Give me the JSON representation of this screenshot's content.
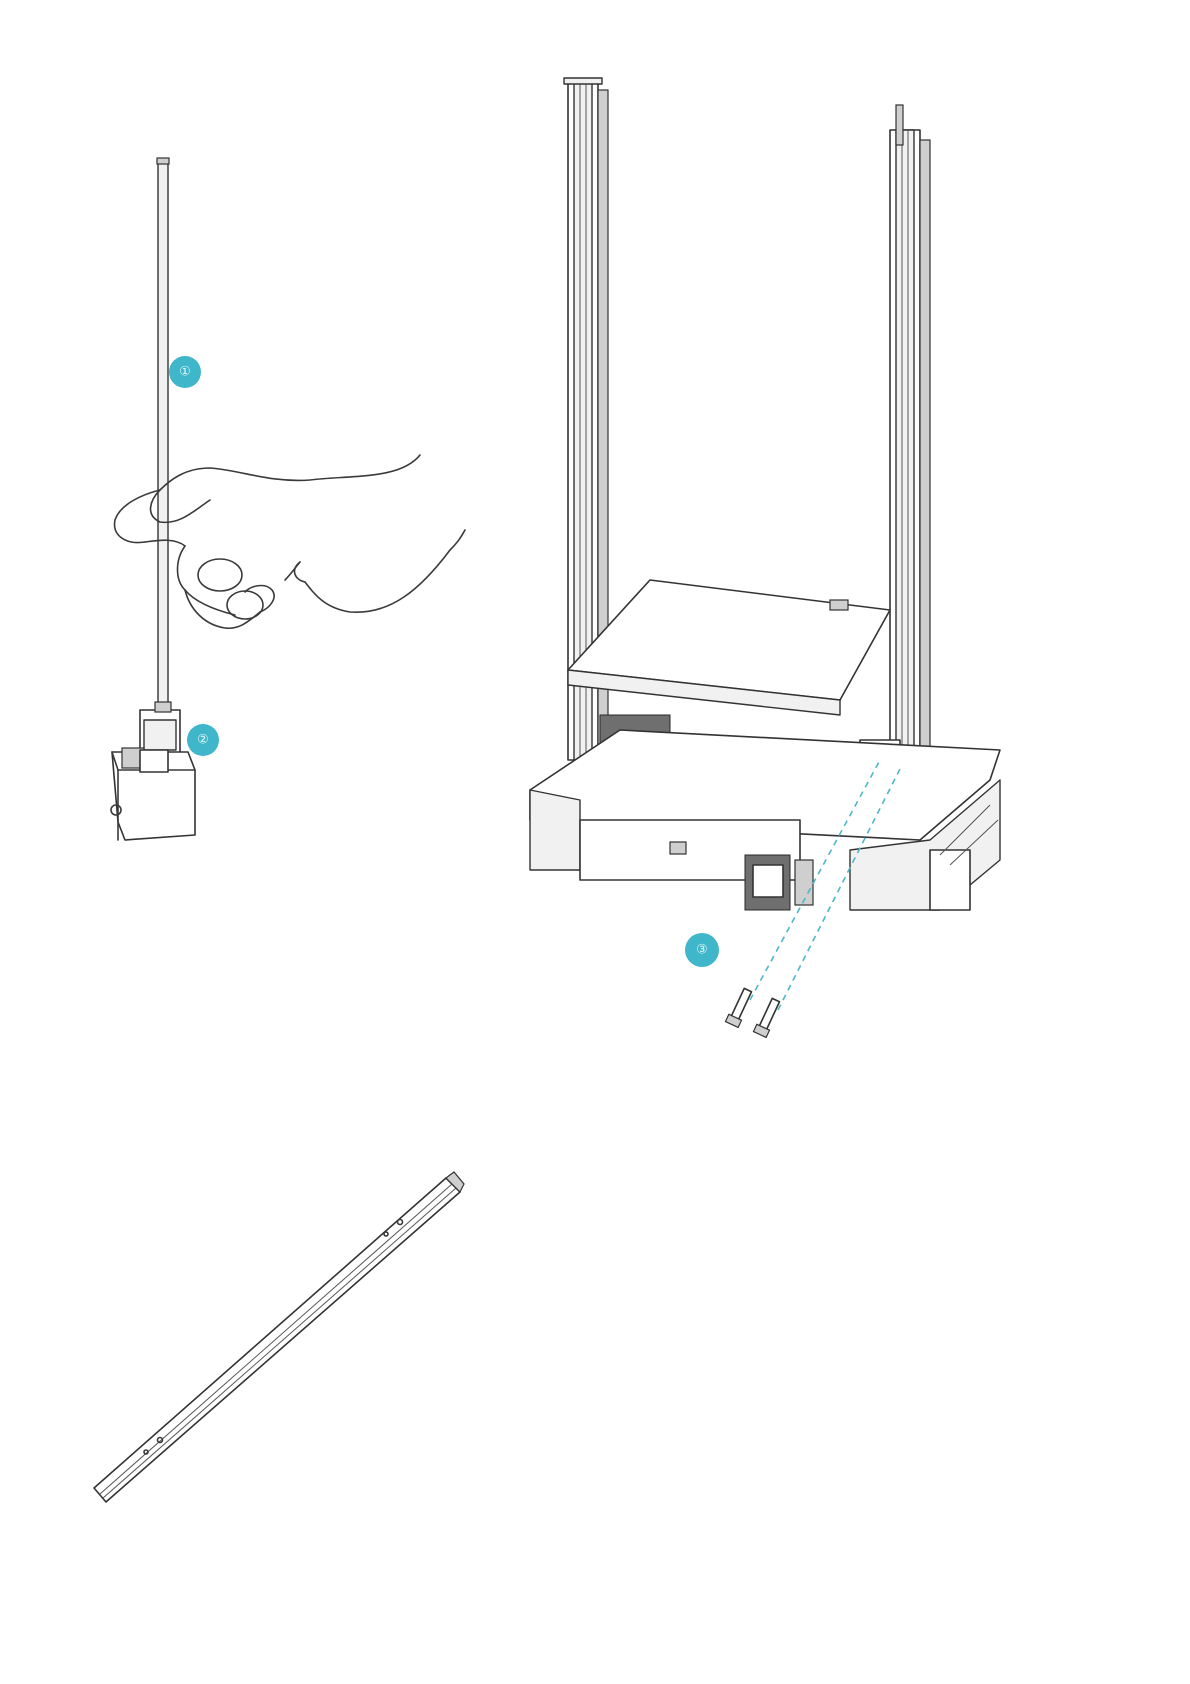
{
  "page": {
    "background": "#ffffff",
    "accent_marker_color": "#3fb6c9",
    "figures": [
      {
        "id": "screw-rod-insertion",
        "description_icon": "hand-inserting-rod-icon"
      },
      {
        "id": "frame-assembly",
        "description_icon": "printer-frame-icon"
      },
      {
        "id": "aluminum-rail",
        "description_icon": "profile-rail-icon"
      }
    ]
  }
}
